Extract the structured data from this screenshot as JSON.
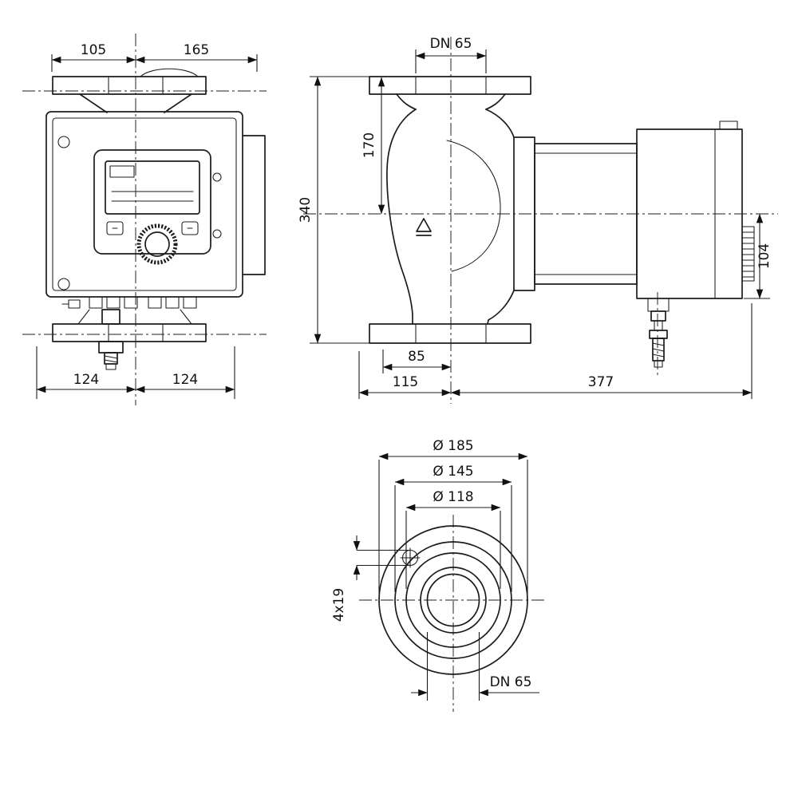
{
  "front_view": {
    "width_left": "105",
    "width_right": "165",
    "base_left": "124",
    "base_right": "124"
  },
  "side_view": {
    "dn_top": "DN 65",
    "inlet_height": "170",
    "total_height": "340",
    "module_height": "104",
    "volute_offset": "85",
    "length_left": "115",
    "length_right": "377"
  },
  "flange_view": {
    "outer_diameter": "Ø 185",
    "bolt_circle": "Ø 145",
    "raised_face": "Ø 118",
    "bolt_holes": "4x19",
    "nominal": "DN 65"
  }
}
